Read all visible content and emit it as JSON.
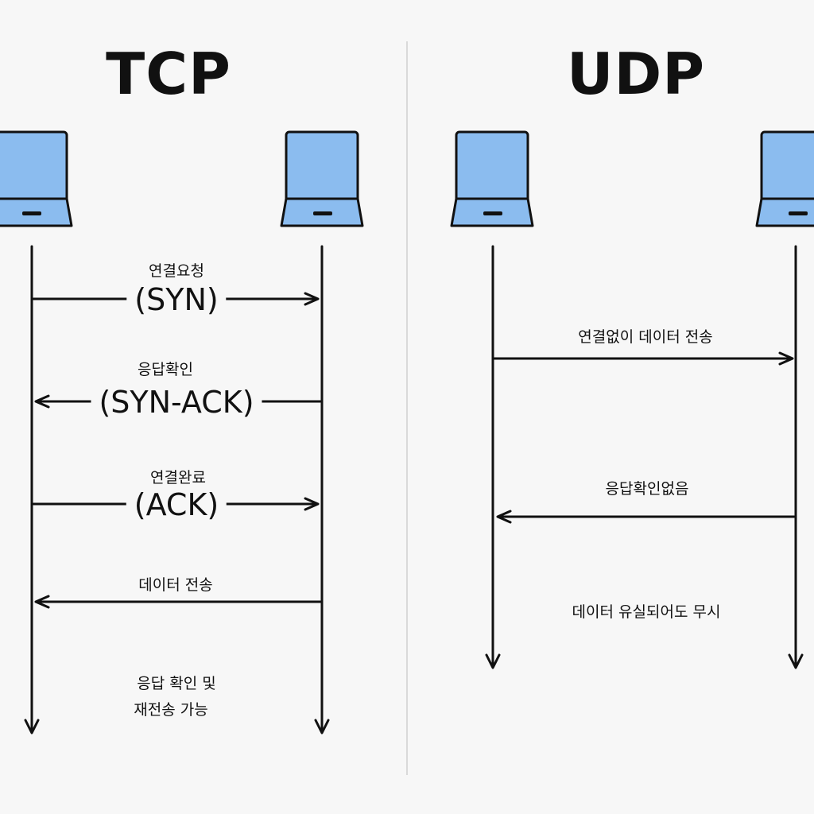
{
  "tcp": {
    "title": "TCP",
    "handshake": [
      {
        "label": "연결요청",
        "code": "(SYN)",
        "direction": "right"
      },
      {
        "label": "응답확인",
        "code": "(SYN-ACK)",
        "direction": "left"
      },
      {
        "label": "연결완료",
        "code": "(ACK)",
        "direction": "right"
      }
    ],
    "data_transfer": {
      "label": "데이터 전송",
      "direction": "left"
    },
    "note_line1": "응답 확인 및",
    "note_line2": "재전송 가능"
  },
  "udp": {
    "title": "UDP",
    "send": {
      "label": "연결없이 데이터 전송",
      "direction": "right"
    },
    "no_ack": {
      "label": "응답확인없음",
      "direction": "left"
    },
    "note": "데이터 유실되어도 무시"
  },
  "colors": {
    "laptop_fill": "#8bbcef",
    "outline": "#111111",
    "divider": "#d9d9d9",
    "background": "#f7f7f7"
  },
  "icons": [
    "laptop-icon"
  ]
}
